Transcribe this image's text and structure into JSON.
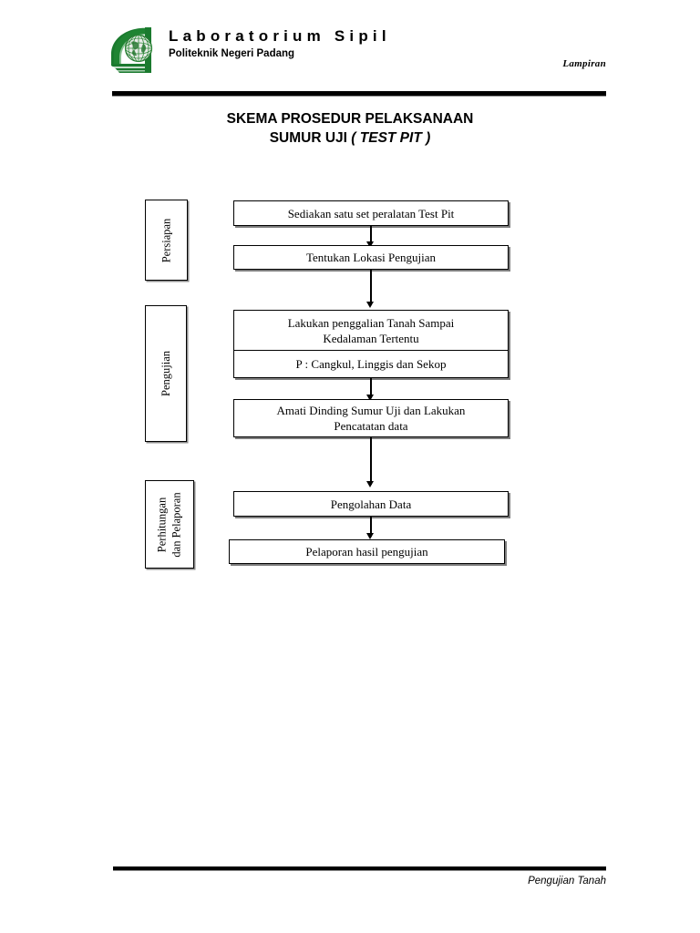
{
  "header": {
    "logo_icon": "green-arc-globe-logo",
    "lab_name": "Laboratorium Sipil",
    "institution": "Politeknik Negeri Padang",
    "corner_label": "Lampiran"
  },
  "title": {
    "line1": "SKEMA PROSEDUR PELAKSANAAN",
    "line2_plain": "SUMUR UJI ",
    "line2_italic": "( TEST PIT )"
  },
  "flowchart": {
    "stages": [
      {
        "label": "Persiapan"
      },
      {
        "label": "Pengujian"
      },
      {
        "label_line1": "Perhitungan",
        "label_line2": "dan Pelaporan"
      }
    ],
    "steps": [
      {
        "text": "Sediakan satu set peralatan Test Pit"
      },
      {
        "text": "Tentukan Lokasi Pengujian"
      },
      {
        "text_line1": "Lakukan penggalian Tanah Sampai",
        "text_line2": "Kedalaman Tertentu",
        "sub_text": "P : Cangkul, Linggis dan Sekop"
      },
      {
        "text_line1": "Amati Dinding Sumur Uji dan Lakukan",
        "text_line2": "Pencatatan data"
      },
      {
        "text": "Pengolahan Data"
      },
      {
        "text": "Pelaporan hasil pengujian"
      }
    ]
  },
  "footer": {
    "text": "Pengujian Tanah"
  },
  "colors": {
    "logo_green": "#1f7a33",
    "rule_black": "#000000",
    "box_shadow": "#7d7d7d"
  }
}
